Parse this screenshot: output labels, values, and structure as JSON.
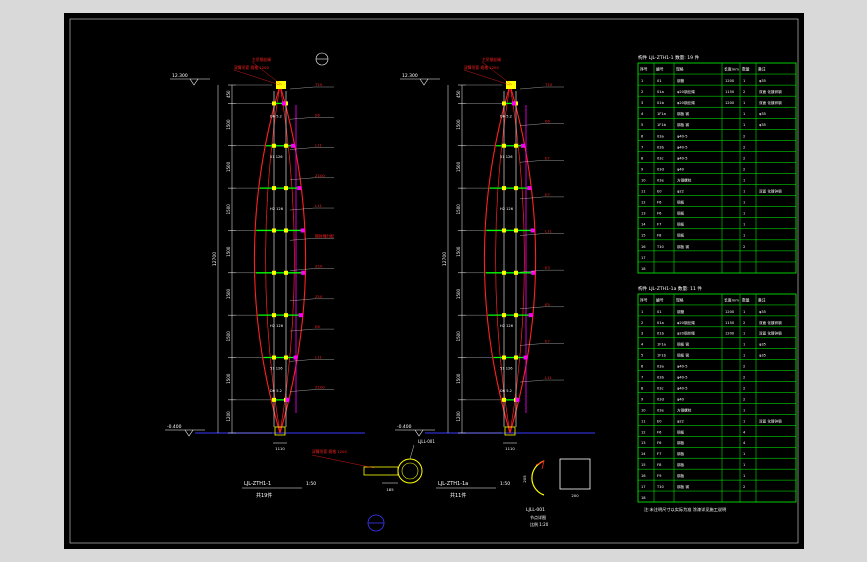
{
  "colors": {
    "background": "#000000",
    "frame": "#d9d9d9",
    "red": "#ff2020",
    "green": "#00ff00",
    "yellow": "#ffff00",
    "magenta": "#ff00ff",
    "white": "#ffffff",
    "cyan": "#00ffff",
    "blue": "#3a3aff"
  },
  "elev_left": {
    "top": "12.300",
    "bottom": "-0.400"
  },
  "elev_right": {
    "top": "12.300",
    "bottom": "-0.400"
  },
  "dims": [
    "450",
    "1500",
    "1500",
    "1500",
    "1500",
    "1500",
    "1500",
    "1500",
    "1200"
  ],
  "total_dim": "12700",
  "width_dim": "1110",
  "left_labels": [
    "主吊钢丝绳",
    "双臂吊索 规格 1200",
    "T15",
    "E6",
    "L11",
    "Z100",
    "L11",
    "钢丝绳分配",
    "Z10",
    "Z10",
    "E6",
    "L11",
    "Z100"
  ],
  "truss_labels": [
    "D6 5.2",
    "51 126",
    "H2 126",
    "H2 126",
    "51 126",
    "D6 5.2"
  ],
  "right_labels": [
    "主吊钢丝绳",
    "双臂吊索 规格 1200",
    "T15",
    "E6",
    "E7",
    "E7",
    "L11",
    "E3",
    "E5",
    "E7",
    "L11"
  ],
  "left_view": {
    "code": "LJL-ZTH1-1",
    "scale": "1:50",
    "subtitle": "共19件"
  },
  "right_view": {
    "code": "LJL-ZTH1-1a",
    "scale": "1:50",
    "subtitle": "共11件"
  },
  "detail": {
    "label": "LJLL-001",
    "note": "双臂吊索 规格 1200",
    "dim_a": "185",
    "dim_b": "205",
    "dim_c": "200",
    "bottom_label": "LJLL-001",
    "bottom_sub": "节点详图",
    "bottom_scale": "比例 1:20"
  },
  "table1": {
    "title": "构件 LJL-ZTH1-1 数量: 19 件",
    "headers": [
      "序号",
      "编号",
      "规格",
      "长度mm",
      "数量",
      "备注"
    ],
    "rows": [
      [
        "1",
        "01",
        "钢管",
        "1200",
        "1",
        "φ35"
      ],
      [
        "2",
        "01a",
        "φ20钢丝绳",
        "1150",
        "2",
        "双面 化镀锌钢"
      ],
      [
        "3",
        "01b",
        "φ20钢丝绳",
        "1200",
        "1",
        "双面 化镀锌钢"
      ],
      [
        "4",
        "1F1a",
        "钢板 钢",
        "",
        "1",
        "φ35"
      ],
      [
        "5",
        "1F1b",
        "钢板 钢",
        "",
        "1",
        "φ35"
      ],
      [
        "6",
        "03a",
        "φ40-5",
        "",
        "2",
        ""
      ],
      [
        "7",
        "03b",
        "φ40-5",
        "",
        "2",
        ""
      ],
      [
        "8",
        "03c",
        "φ40-5",
        "",
        "2",
        ""
      ],
      [
        "9",
        "03d",
        "φ40",
        "",
        "2",
        ""
      ],
      [
        "10",
        "03e",
        "方钢螺栓",
        "",
        "1",
        ""
      ],
      [
        "11",
        "E0",
        "φ22",
        "",
        "1",
        "双面 化镀锌钢"
      ],
      [
        "12",
        "F6",
        "钢板",
        "",
        "1",
        ""
      ],
      [
        "13",
        "F6",
        "钢板",
        "",
        "1",
        ""
      ],
      [
        "14",
        "F7",
        "钢板",
        "",
        "1",
        ""
      ],
      [
        "15",
        "F8",
        "钢板",
        "",
        "1",
        ""
      ],
      [
        "16",
        "T10",
        "钢板 钢",
        "",
        "2",
        ""
      ],
      [
        "17",
        "",
        "",
        "",
        "",
        ""
      ],
      [
        "18",
        "",
        "",
        "",
        "",
        ""
      ]
    ]
  },
  "table2": {
    "title": "构件 LJL-ZTH1-1a 数量: 11 件",
    "headers": [
      "序号",
      "编号",
      "规格",
      "长度mm",
      "数量",
      "备注"
    ],
    "rows": [
      [
        "1",
        "01",
        "钢管",
        "1200",
        "1",
        "φ35"
      ],
      [
        "2",
        "01a",
        "φ20钢丝绳",
        "1150",
        "2",
        "双面 化镀锌钢"
      ],
      [
        "3",
        "01b",
        "φ20钢丝绳",
        "1200",
        "1",
        "双面 化镀锌钢"
      ],
      [
        "4",
        "1F1a",
        "钢板 钢",
        "",
        "1",
        "φ35"
      ],
      [
        "5",
        "1F1b",
        "钢板 钢",
        "",
        "1",
        "φ35"
      ],
      [
        "6",
        "03a",
        "φ40-5",
        "",
        "2",
        ""
      ],
      [
        "7",
        "03b",
        "φ40-5",
        "",
        "2",
        ""
      ],
      [
        "8",
        "03c",
        "φ40-5",
        "",
        "2",
        ""
      ],
      [
        "9",
        "03d",
        "φ40",
        "",
        "2",
        ""
      ],
      [
        "10",
        "03e",
        "方钢螺栓",
        "",
        "1",
        ""
      ],
      [
        "11",
        "E0",
        "φ22",
        "",
        "1",
        "双面 化镀锌钢"
      ],
      [
        "12",
        "F6",
        "钢板",
        "",
        "4",
        ""
      ],
      [
        "13",
        "F6",
        "钢板",
        "",
        "4",
        ""
      ],
      [
        "14",
        "F7",
        "钢板",
        "",
        "1",
        ""
      ],
      [
        "15",
        "F8",
        "钢板",
        "",
        "1",
        ""
      ],
      [
        "16",
        "F9",
        "钢板",
        "",
        "1",
        ""
      ],
      [
        "17",
        "T10",
        "钢板 钢",
        "",
        "2",
        ""
      ],
      [
        "18",
        "",
        "",
        "",
        "",
        ""
      ]
    ],
    "note": "注:未注明尺寸以实际为准 涂漆详见施工说明"
  }
}
